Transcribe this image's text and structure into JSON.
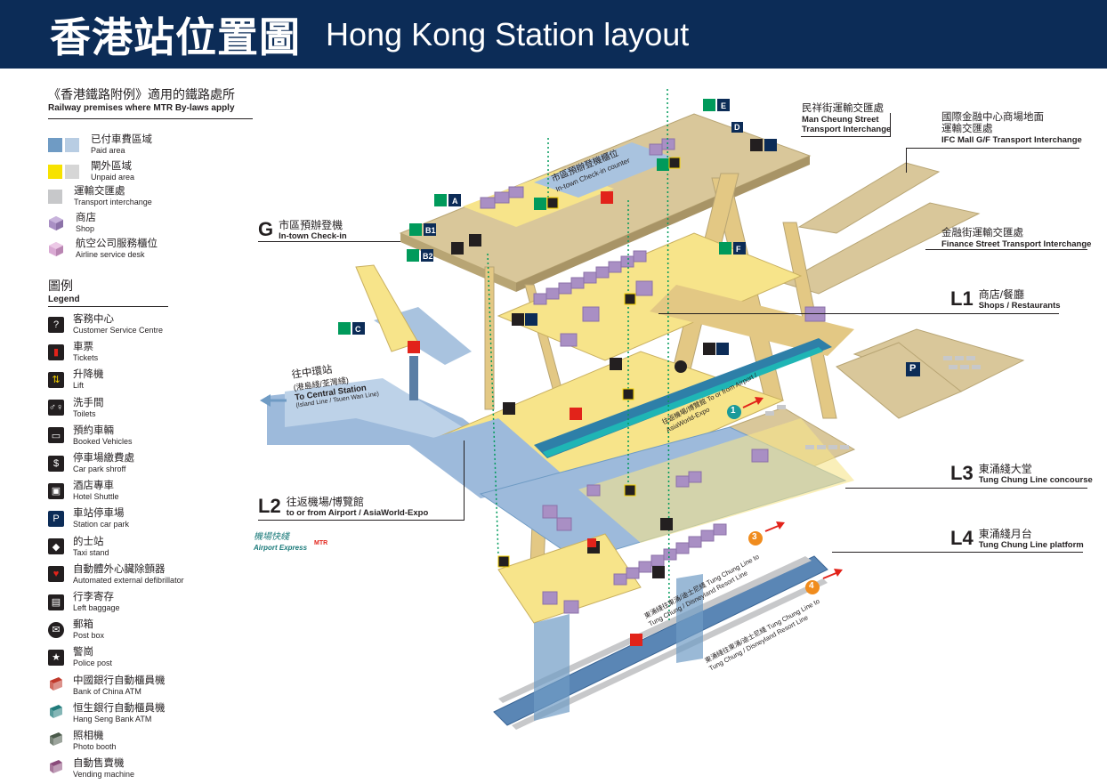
{
  "header": {
    "title_zh": "香港站位置圖",
    "title_en": "Hong Kong Station layout",
    "bg": "#0c2c57"
  },
  "premises": {
    "title_zh": "《香港鐵路附例》適用的鐵路處所",
    "title_en": "Railway premises where MTR By-laws apply",
    "items": [
      {
        "zh": "已付車費區域",
        "en": "Paid area",
        "colors": [
          "#6f9bc4",
          "#b8cde3"
        ]
      },
      {
        "zh": "閘外區域",
        "en": "Unpaid area",
        "colors": [
          "#f7e200",
          "#d6d6d6"
        ]
      },
      {
        "zh": "運輸交匯處",
        "en": "Transport interchange",
        "colors": [
          "#c7c8ca"
        ]
      },
      {
        "zh": "商店",
        "en": "Shop",
        "colors": [
          "#a98fc4"
        ]
      },
      {
        "zh": "航空公司服務櫃位",
        "en": "Airline service desk",
        "colors": [
          "#d9a9d3"
        ]
      }
    ]
  },
  "legend": {
    "title_zh": "圖例",
    "title_en": "Legend",
    "items": [
      {
        "zh": "客務中心",
        "en": "Customer Service Centre",
        "icon": "customer-service-icon",
        "glyph": "?"
      },
      {
        "zh": "車票",
        "en": "Tickets",
        "icon": "ticket-icon",
        "glyph": "▮"
      },
      {
        "zh": "升降機",
        "en": "Lift",
        "icon": "lift-icon",
        "glyph": "⇅"
      },
      {
        "zh": "洗手間",
        "en": "Toilets",
        "icon": "toilet-icon",
        "glyph": "♂♀"
      },
      {
        "zh": "預約車輛",
        "en": "Booked Vehicles",
        "icon": "booked-vehicle-icon",
        "glyph": "▭"
      },
      {
        "zh": "停車場繳費處",
        "en": "Car park shroff",
        "icon": "car-park-shroff-icon",
        "glyph": "$"
      },
      {
        "zh": "酒店專車",
        "en": "Hotel Shuttle",
        "icon": "hotel-shuttle-icon",
        "glyph": "▣"
      },
      {
        "zh": "車站停車場",
        "en": "Station car park",
        "icon": "parking-icon",
        "glyph": "P"
      },
      {
        "zh": "的士站",
        "en": "Taxi stand",
        "icon": "taxi-icon",
        "glyph": "◆"
      },
      {
        "zh": "自動體外心臟除顫器",
        "en": "Automated external defibrillator",
        "icon": "aed-icon",
        "glyph": "♥"
      },
      {
        "zh": "行李寄存",
        "en": "Left baggage",
        "icon": "left-baggage-icon",
        "glyph": "▤"
      },
      {
        "zh": "郵箱",
        "en": "Post box",
        "icon": "post-box-icon",
        "glyph": "✉"
      },
      {
        "zh": "警崗",
        "en": "Police post",
        "icon": "police-post-icon",
        "glyph": "★"
      },
      {
        "zh": "中國銀行自動櫃員機",
        "en": "Bank of China ATM",
        "icon": "boc-atm-icon",
        "glyph": "",
        "color": "#c0392b"
      },
      {
        "zh": "恒生銀行自動櫃員機",
        "en": "Hang Seng Bank ATM",
        "icon": "hang-seng-atm-icon",
        "glyph": "",
        "color": "#1f7a7a"
      },
      {
        "zh": "照相機",
        "en": "Photo booth",
        "icon": "photo-booth-icon",
        "glyph": "",
        "color": "#4a5a4a"
      },
      {
        "zh": "自動售賣機",
        "en": "Vending machine",
        "icon": "vending-machine-icon",
        "glyph": "",
        "color": "#8a4a7a"
      }
    ]
  },
  "levels": {
    "g": {
      "code": "G",
      "zh": "市區預辦登機",
      "en": "In-town Check-in"
    },
    "l1": {
      "code": "L1",
      "zh": "商店/餐廳",
      "en": "Shops / Restaurants"
    },
    "l2": {
      "code": "L2",
      "zh": "往返機場/博覽館",
      "en": "to or from Airport / AsiaWorld-Expo"
    },
    "l3": {
      "code": "L3",
      "zh": "東涌綫大堂",
      "en": "Tung Chung Line concourse"
    },
    "l4": {
      "code": "L4",
      "zh": "東涌綫月台",
      "en": "Tung Chung Line platform"
    }
  },
  "annotations": {
    "man_cheung": {
      "zh": "民祥街運輸交匯處",
      "en1": "Man Cheung Street",
      "en2": "Transport Interchange"
    },
    "ifc_mall": {
      "zh1": "國際金融中心商場地面",
      "zh2": "運輸交匯處",
      "en": "IFC Mall G/F Transport Interchange"
    },
    "finance_st": {
      "zh": "金融街運輸交匯處",
      "en": "Finance Street Transport Interchange"
    },
    "central": {
      "zh": "往中環站",
      "sub_zh": "(港島綫/荃灣綫)",
      "en": "To Central Station",
      "sub_en": "(Island Line / Tsuen Wan Line)"
    },
    "check_in_counter": {
      "zh": "市區預辦登機櫃位",
      "en": "In-town Check-in counter"
    },
    "airport_express": {
      "zh": "機場快綫",
      "en": "Airport Express",
      "logo": "MTR"
    },
    "platform1": "往返機場/博覽館 To or from Airport / AsiaWorld-Expo",
    "platform3": "東涌綫往東涌/迪士尼綫 Tung Chung Line to Tung Chung / Disneyland Resort Line",
    "platform4": "東涌綫往東涌/迪士尼綫 Tung Chung Line to Tung Chung / Disneyland Resort Line"
  },
  "exits": [
    "A",
    "B1",
    "B2",
    "C",
    "D",
    "E",
    "F"
  ],
  "platform_numbers": [
    "1",
    "3",
    "4"
  ],
  "colors": {
    "paid": "#6f9bc4",
    "paid_light": "#a9c3df",
    "unpaid": "#f7e48a",
    "unpaid_dark": "#d8c070",
    "interchange": "#d9c79a",
    "shop": "#a98fc4",
    "green": "#009a5b",
    "orange": "#f08c1e",
    "red": "#e2231a",
    "teal": "#1a9a9a"
  }
}
